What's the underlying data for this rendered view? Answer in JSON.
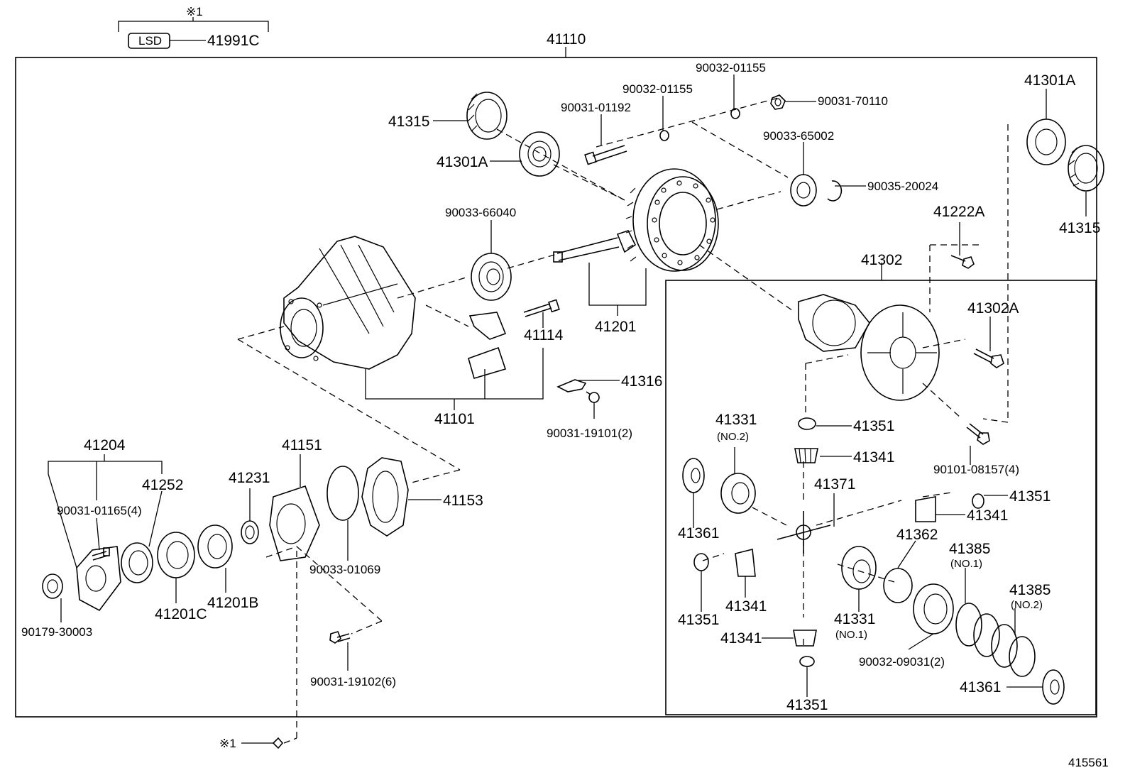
{
  "diagram": {
    "figure_id": "415561",
    "lsd_badge": "LSD",
    "note_symbol": "※1",
    "labels": {
      "p41991C": "41991C",
      "p41110": "41110",
      "p41315a": "41315",
      "p41301Aa": "41301A",
      "p90031_01192": "90031-01192",
      "p90032_01155a": "90032-01155",
      "p90032_01155b": "90032-01155",
      "p90031_70110": "90031-70110",
      "p90033_65002": "90033-65002",
      "p90035_20024": "90035-20024",
      "p41301Ab": "41301A",
      "p41315b": "41315",
      "p90033_66040": "90033-66040",
      "p41222A": "41222A",
      "p41302": "41302",
      "p41302A": "41302A",
      "p41114": "41114",
      "p41201": "41201",
      "p41316": "41316",
      "p41101": "41101",
      "p90031_19101": "90031-19101(2)",
      "p41351a": "41351",
      "p41331a": "41331",
      "p41331a_sub": "(NO.2)",
      "p41341a": "41341",
      "p90101_08157": "90101-08157(4)",
      "p41371": "41371",
      "p41351b": "41351",
      "p41341b": "41341",
      "p41361a": "41361",
      "p41362": "41362",
      "p41385a": "41385",
      "p41385a_sub": "(NO.1)",
      "p41385b": "41385",
      "p41385b_sub": "(NO.2)",
      "p41351c": "41351",
      "p41341c": "41341",
      "p41331b": "41331",
      "p41331b_sub": "(NO.1)",
      "p41341d": "41341",
      "p90032_09031": "90032-09031(2)",
      "p41361b": "41361",
      "p41351d": "41351",
      "p41204": "41204",
      "p41252": "41252",
      "p90031_01165": "90031-01165(4)",
      "p41231": "41231",
      "p41151": "41151",
      "p41153": "41153",
      "p90033_01069": "90033-01069",
      "p41201C": "41201C",
      "p41201B": "41201B",
      "p90179_30003": "90179-30003",
      "p90031_19102": "90031-19102(6)"
    }
  }
}
